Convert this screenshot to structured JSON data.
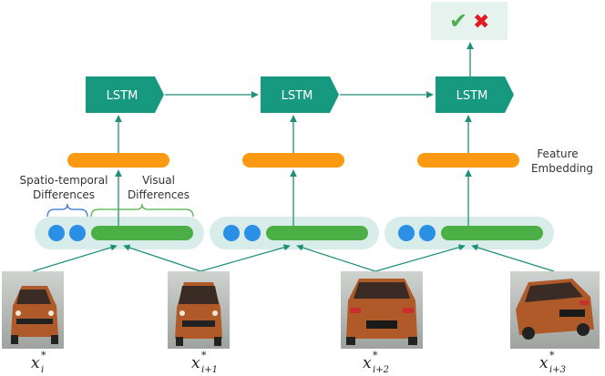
{
  "lstm_label": "LSTM",
  "annotations": {
    "spatio_temporal_line1": "Spatio-temporal",
    "spatio_temporal_line2": "Differences",
    "visual_line1": "Visual",
    "visual_line2": "Differences",
    "feature_line1": "Feature",
    "feature_line2": "Embedding"
  },
  "image_labels": [
    {
      "base": "x",
      "sup": "*",
      "sub": "i"
    },
    {
      "base": "x",
      "sup": "*",
      "sub": "i+1"
    },
    {
      "base": "x",
      "sup": "*",
      "sub": "i+2"
    },
    {
      "base": "x",
      "sup": "*",
      "sub": "i+3"
    }
  ],
  "output": {
    "check_symbol": "✔",
    "cross_symbol": "✖"
  },
  "colors": {
    "lstm": "#17997f",
    "arrow": "#1f8f78",
    "embedding": "#fb9a12",
    "feature_pill": "#d8ece9",
    "spatial_dot": "#2c8fe6",
    "visual_bar": "#4caf45",
    "output_box": "#e6f2ee",
    "check": "#4caf50",
    "cross": "#e01b24",
    "brace_blue": "#2c6fd6",
    "brace_green": "#4caf45",
    "car_body": "#b05a2a"
  }
}
